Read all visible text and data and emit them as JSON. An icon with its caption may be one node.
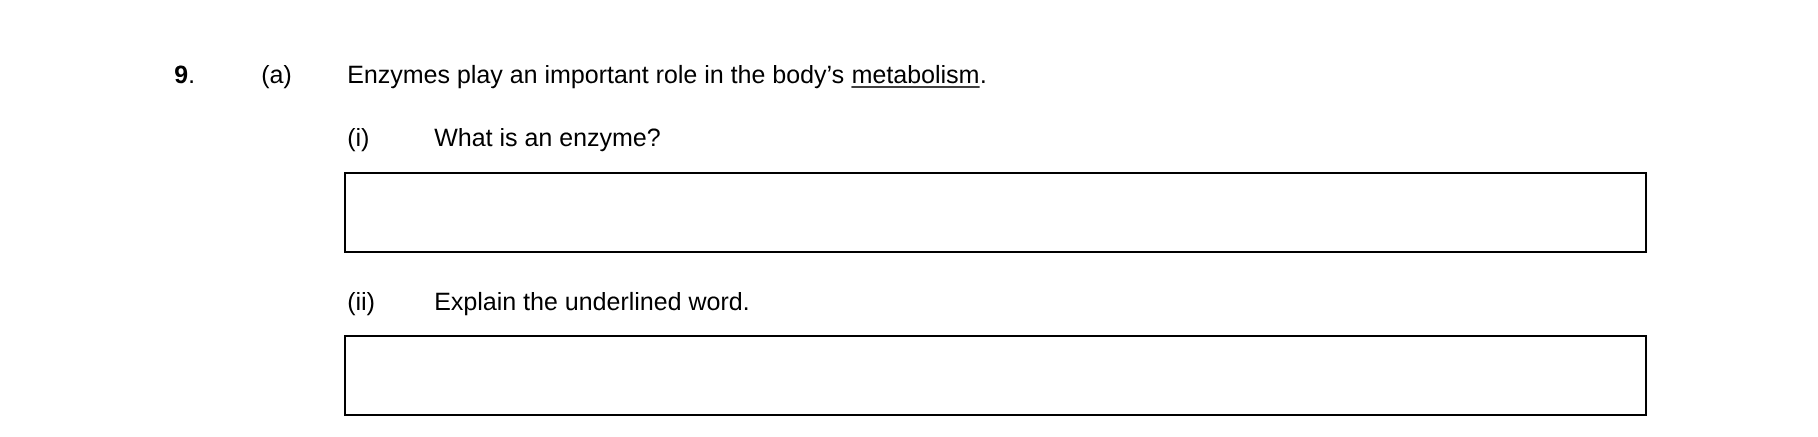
{
  "diagram": {
    "nodes": [
      {
        "text": [],
        "shape": "box"
      },
      {
        "text": [],
        "shape": "box"
      }
    ],
    "labels": [
      "**9**.",
      "(a)",
      "Enzymes play an important role in the body’s",
      "metabolism",
      ".",
      "(i)",
      "What is an enzyme?",
      "(ii)",
      "Explain the underlined word."
    ]
  }
}
